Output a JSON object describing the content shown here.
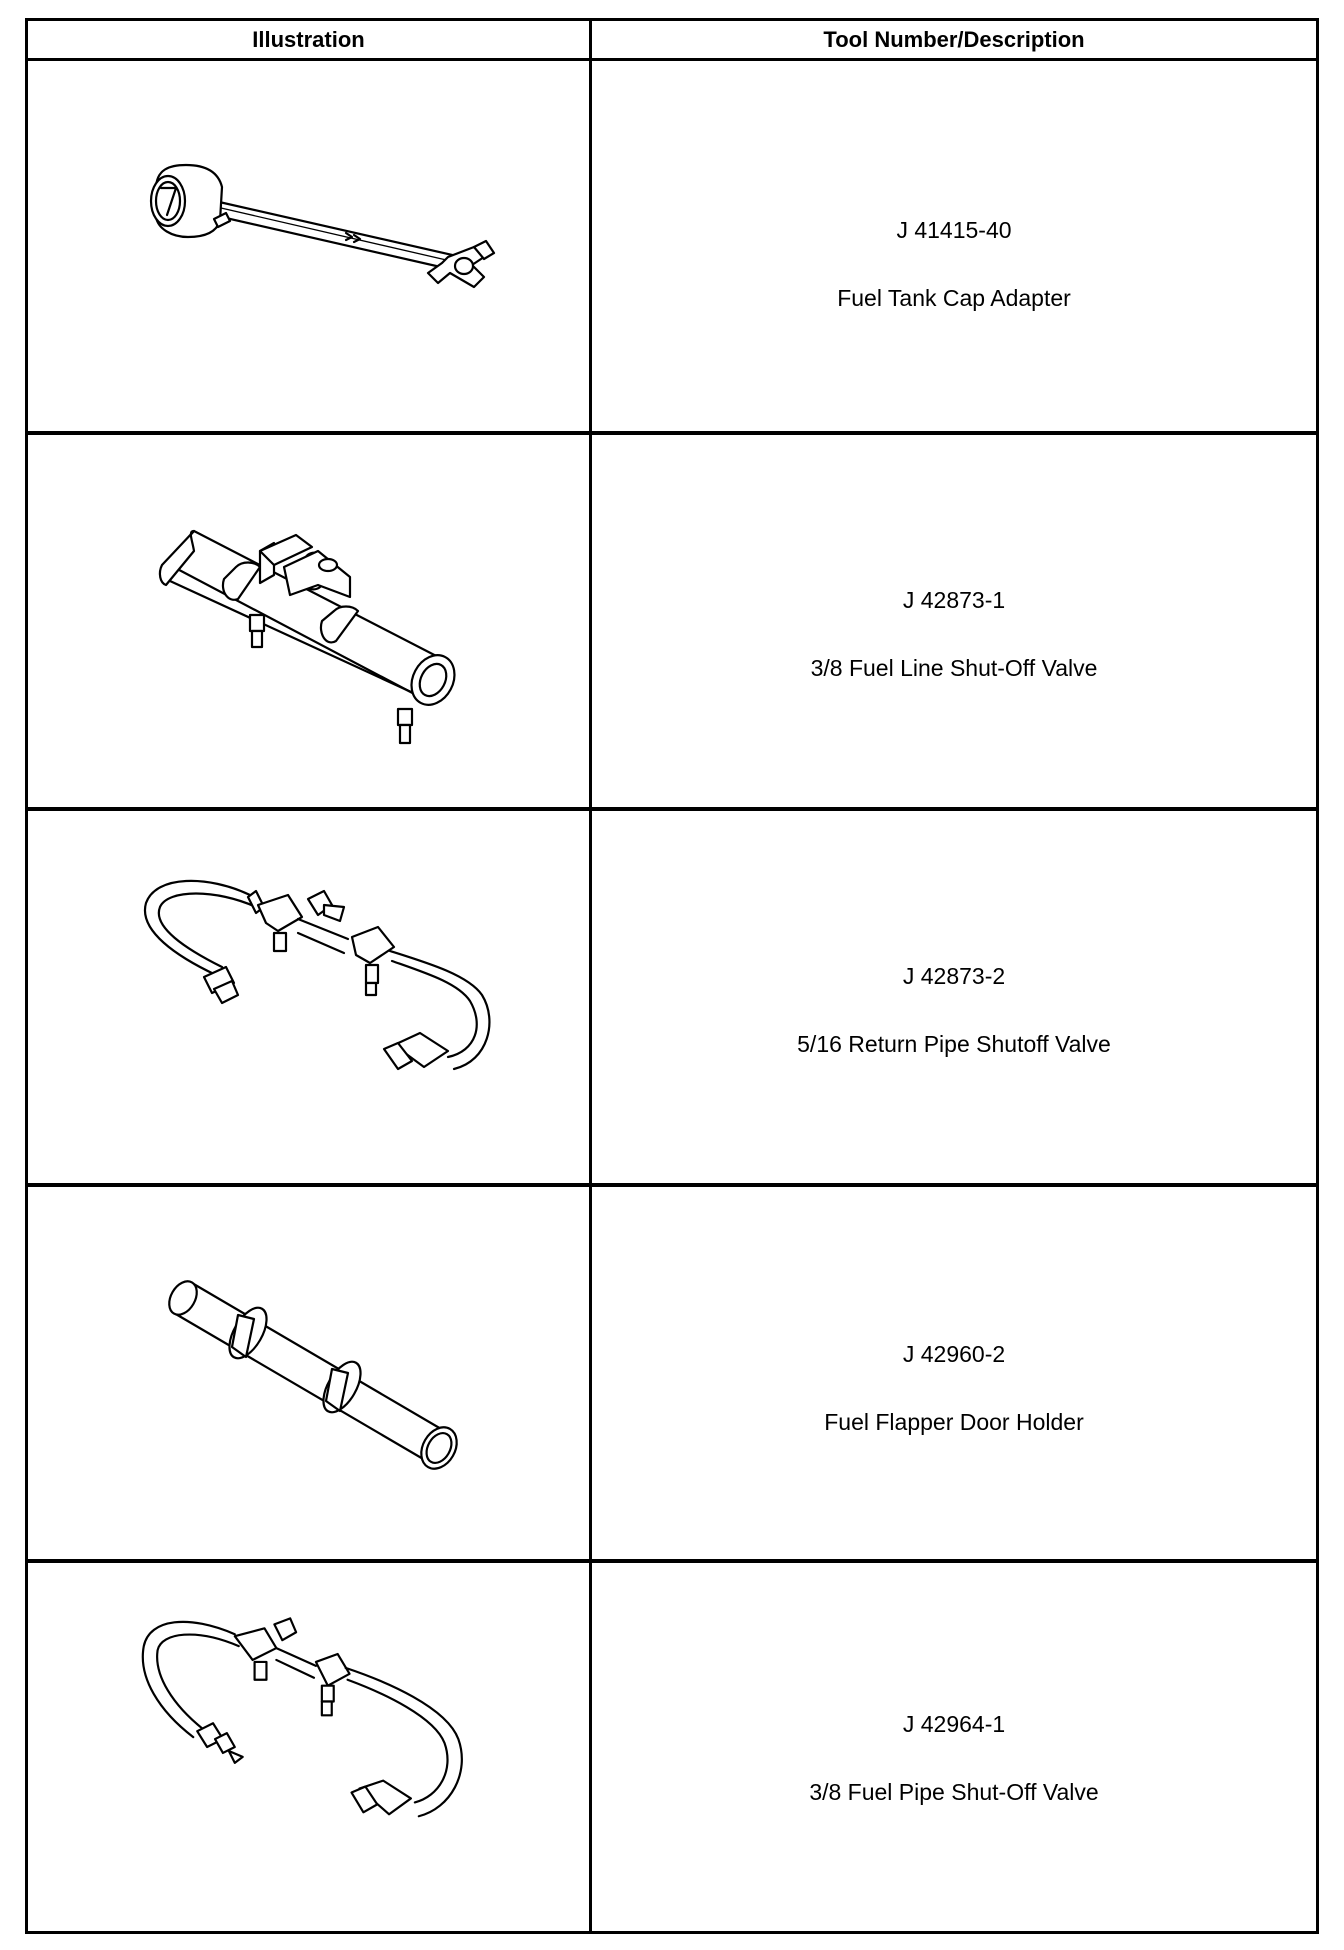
{
  "table": {
    "headers": {
      "illustration": "Illustration",
      "tool": "Tool Number/Description"
    },
    "rows": [
      {
        "number": "J 41415-40",
        "description": "Fuel Tank Cap Adapter",
        "illustration_icon": "fuel-tank-cap-adapter-icon"
      },
      {
        "number": "J 42873-1",
        "description": "3/8 Fuel Line Shut-Off Valve",
        "illustration_icon": "fuel-line-shutoff-valve-icon"
      },
      {
        "number": "J 42873-2",
        "description": "5/16 Return Pipe Shutoff Valve",
        "illustration_icon": "return-pipe-shutoff-valve-icon"
      },
      {
        "number": "J 42960-2",
        "description": "Fuel Flapper Door Holder",
        "illustration_icon": "flapper-door-holder-icon"
      },
      {
        "number": "J 42964-1",
        "description": "3/8 Fuel Pipe Shut-Off Valve",
        "illustration_icon": "fuel-pipe-shutoff-valve-icon"
      }
    ]
  }
}
